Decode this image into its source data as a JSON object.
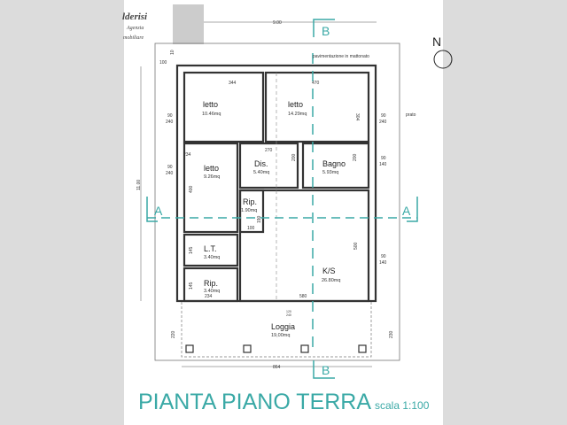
{
  "logo": {
    "name": "lderisi",
    "line1": "Agenzia",
    "line2": "mobiliare"
  },
  "north": "N",
  "notes": {
    "floor": "pavimentazione in mattonato",
    "garden": "prato"
  },
  "sections": {
    "b": "B",
    "a": "A"
  },
  "rooms": [
    {
      "name": "letto",
      "area": "10.46mq"
    },
    {
      "name": "letto",
      "area": "14.29mq"
    },
    {
      "name": "letto",
      "area": "9.26mq"
    },
    {
      "name": "Dis.",
      "area": "5.40mq"
    },
    {
      "name": "Bagno",
      "area": "5.93mq"
    },
    {
      "name": "Rip.",
      "area": "1.90mq"
    },
    {
      "name": "L.T.",
      "area": "3.40mq"
    },
    {
      "name": "Rip.",
      "area": "3.40mq"
    },
    {
      "name": "K/S",
      "area": "26.80mq"
    },
    {
      "name": "Loggia",
      "area": "19,00mq"
    }
  ],
  "dims": {
    "total_w": "9.00",
    "total_h": "11.00",
    "d100a": "100",
    "d10": "10",
    "d344": "344",
    "d470": "470",
    "d304": "304",
    "d234a": "234",
    "d270": "270",
    "d200a": "200",
    "d200b": "200",
    "d400": "400",
    "d190": "190",
    "d100b": "100",
    "d500": "500",
    "d145a": "145",
    "d145b": "145",
    "d234b": "234",
    "d580": "580",
    "d120": "120",
    "d240": "240",
    "d220": "220",
    "d230": "230",
    "d864": "864",
    "w90": "90",
    "w240": "240",
    "w140": "140"
  },
  "title": "PIANTA PIANO TERRA",
  "scale": "scala 1:100"
}
